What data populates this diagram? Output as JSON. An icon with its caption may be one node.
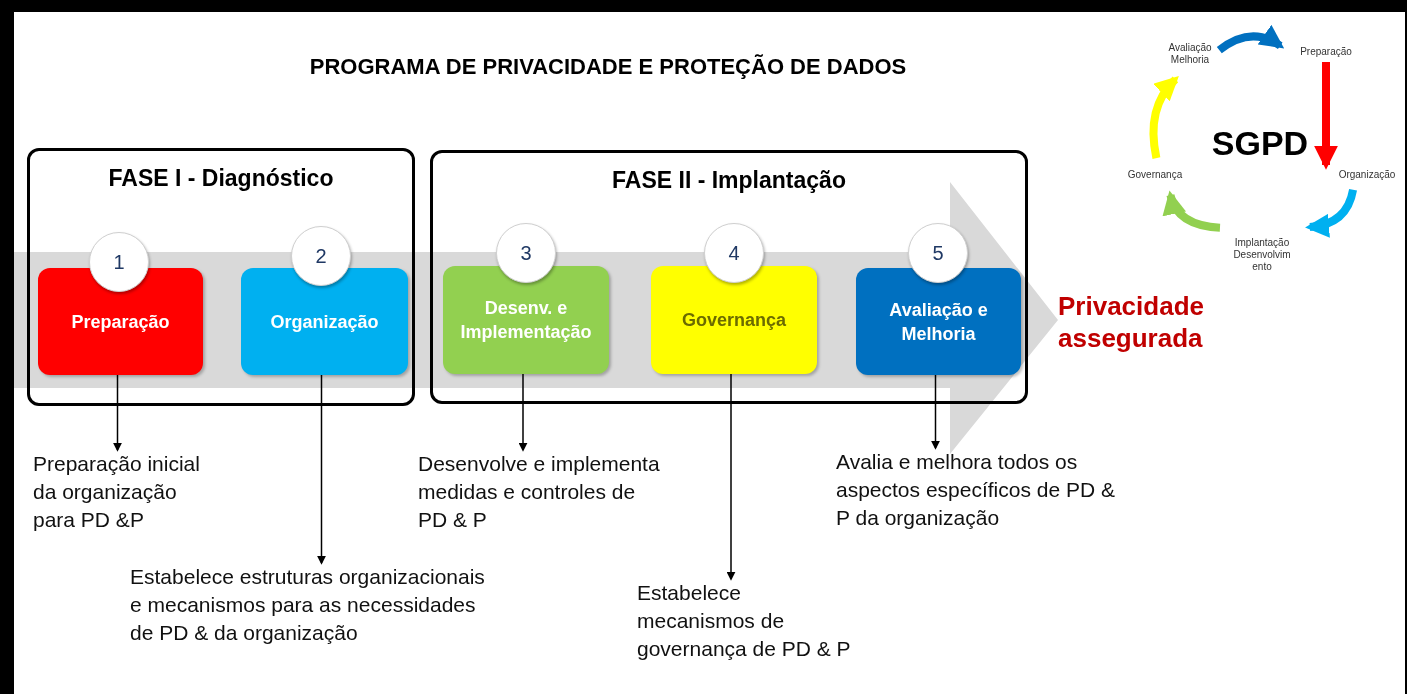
{
  "diagram": {
    "title": "PROGRAMA DE PRIVACIDADE E PROTEÇÃO DE DADOS",
    "nodes": [
      {
        "text": [
          "FASE I - Diagnóstico"
        ]
      },
      {
        "text": [
          "FASE II - Implantação"
        ]
      },
      {
        "text": [
          "Preparação"
        ],
        "in": 0
      },
      {
        "text": [
          "Organização"
        ],
        "in": 0
      },
      {
        "text": [
          "Desenv. e Implementação"
        ],
        "in": 1
      },
      {
        "text": [
          "Governança"
        ],
        "in": 1
      },
      {
        "text": [
          "Avaliação e Melhoria"
        ],
        "in": 1
      },
      {
        "text": [
          "1"
        ],
        "in": 0
      },
      {
        "text": [
          "2"
        ],
        "in": 0
      },
      {
        "text": [
          "3"
        ],
        "in": 1
      },
      {
        "text": [
          "4"
        ],
        "in": 1
      },
      {
        "text": [
          "5"
        ],
        "in": 1
      },
      {
        "text": [
          "Preparação inicial da organização para PD &P"
        ]
      },
      {
        "text": [
          "Estabelece estruturas organizacionais e mecanismos para as necessidades de PD & da organização"
        ]
      },
      {
        "text": [
          "Desenvolve e implementa medidas e controles de PD & P"
        ]
      },
      {
        "text": [
          "Estabelece mecanismos de governança de PD & P"
        ]
      },
      {
        "text": [
          "Avalia e melhora todos os aspectos específicos de PD & P da organização"
        ]
      },
      {
        "text": [
          "Avaliação Melhoria"
        ]
      },
      {
        "text": [
          "Preparação"
        ]
      },
      {
        "text": [
          "Organização"
        ]
      },
      {
        "text": [
          "Implantação Desenvolvim ento"
        ]
      },
      {
        "text": [
          "Governança"
        ]
      },
      {
        "text": [
          "Privacidade assegurada"
        ]
      }
    ],
    "edges": [
      {
        "from": 2,
        "to": 12,
        "arrow": "to"
      },
      {
        "from": 3,
        "to": 13,
        "arrow": "to"
      },
      {
        "from": 4,
        "to": 14,
        "arrow": "to"
      },
      {
        "from": 5,
        "to": 15,
        "arrow": "to"
      },
      {
        "from": 6,
        "to": 16,
        "arrow": "to"
      },
      {
        "from": 17,
        "to": 18,
        "arrow": "to",
        "style": "thick",
        "color": "#0070c0"
      },
      {
        "from": 18,
        "to": 19,
        "arrow": "to",
        "style": "thick",
        "color": "#ff0000"
      },
      {
        "from": 19,
        "to": 20,
        "arrow": "to",
        "style": "thick",
        "color": "#00b0f0"
      },
      {
        "from": 20,
        "to": 21,
        "arrow": "to",
        "style": "thick",
        "color": "#92d050"
      },
      {
        "from": 21,
        "to": 17,
        "arrow": "to",
        "style": "thick",
        "color": "#ffff00"
      },
      {
        "from": null,
        "to": 22,
        "arrow": "to",
        "style": "thick",
        "color": "#d9d9d9"
      }
    ],
    "labels": [
      "SGPD"
    ]
  }
}
